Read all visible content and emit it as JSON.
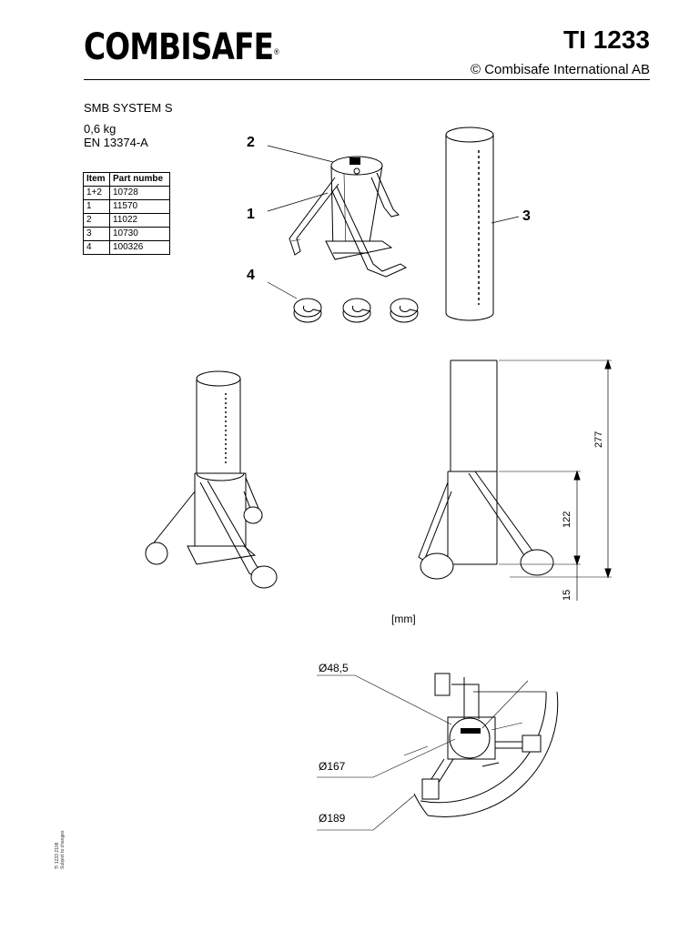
{
  "header": {
    "logo_text": "COMBISAFE",
    "logo_mark": "®",
    "doc_id": "TI 1233",
    "copyright": "© Combisafe International AB"
  },
  "product": {
    "name": "SMB SYSTEM S",
    "weight": "0,6 kg",
    "standard": "EN 13374-A"
  },
  "parts_table": {
    "headers": [
      "Item",
      "Part numbe"
    ],
    "rows": [
      [
        "1+2",
        "10728"
      ],
      [
        "1",
        "11570"
      ],
      [
        "2",
        "11022"
      ],
      [
        "3",
        "10730"
      ],
      [
        "4",
        "100326"
      ]
    ]
  },
  "callouts": [
    "1",
    "2",
    "3",
    "4"
  ],
  "dimensions": {
    "height_total": "277",
    "height_base": "122",
    "height_offset": "15",
    "unit": "[mm]",
    "dia_post": "Ø48,5",
    "dia_base": "Ø167",
    "dia_reach": "Ø189"
  },
  "side_note": [
    "TI 1233 2108",
    "Subject to changes"
  ]
}
